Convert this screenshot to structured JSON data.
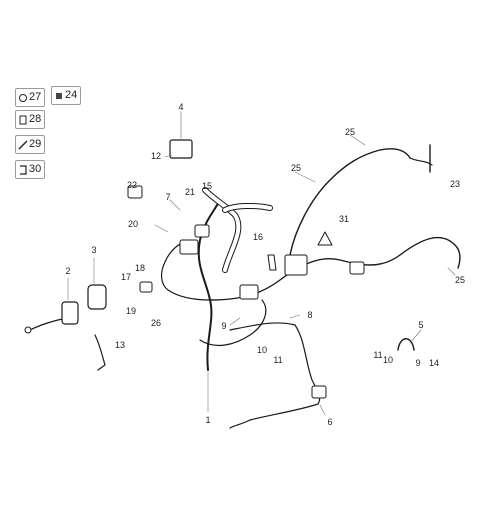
{
  "diagram": {
    "callouts": [
      {
        "id": "c1",
        "label": "1"
      },
      {
        "id": "c2",
        "label": "2"
      },
      {
        "id": "c3",
        "label": "3"
      },
      {
        "id": "c4",
        "label": "4"
      },
      {
        "id": "c5",
        "label": "5"
      },
      {
        "id": "c6",
        "label": "6"
      },
      {
        "id": "c7",
        "label": "7"
      },
      {
        "id": "c8",
        "label": "8"
      },
      {
        "id": "c9a",
        "label": "9"
      },
      {
        "id": "c9b",
        "label": "9"
      },
      {
        "id": "c10a",
        "label": "10"
      },
      {
        "id": "c10b",
        "label": "10"
      },
      {
        "id": "c11a",
        "label": "11"
      },
      {
        "id": "c11b",
        "label": "11"
      },
      {
        "id": "c12",
        "label": "12"
      },
      {
        "id": "c13",
        "label": "13"
      },
      {
        "id": "c14",
        "label": "14"
      },
      {
        "id": "c15",
        "label": "15"
      },
      {
        "id": "c16",
        "label": "16"
      },
      {
        "id": "c17",
        "label": "17"
      },
      {
        "id": "c18",
        "label": "18"
      },
      {
        "id": "c19",
        "label": "19"
      },
      {
        "id": "c20",
        "label": "20"
      },
      {
        "id": "c21",
        "label": "21"
      },
      {
        "id": "c22",
        "label": "22"
      },
      {
        "id": "c23",
        "label": "23"
      },
      {
        "id": "c25a",
        "label": "25"
      },
      {
        "id": "c25b",
        "label": "25"
      },
      {
        "id": "c25c",
        "label": "25"
      },
      {
        "id": "c26",
        "label": "26"
      },
      {
        "id": "c31",
        "label": "31"
      }
    ],
    "legend": [
      {
        "id": "l27",
        "label": "27",
        "icon": "ring-icon"
      },
      {
        "id": "l24",
        "label": "24",
        "icon": "clip-icon"
      },
      {
        "id": "l28",
        "label": "28",
        "icon": "clamp-icon"
      },
      {
        "id": "l29",
        "label": "29",
        "icon": "tie-icon"
      },
      {
        "id": "l30",
        "label": "30",
        "icon": "bracket-icon"
      }
    ]
  }
}
